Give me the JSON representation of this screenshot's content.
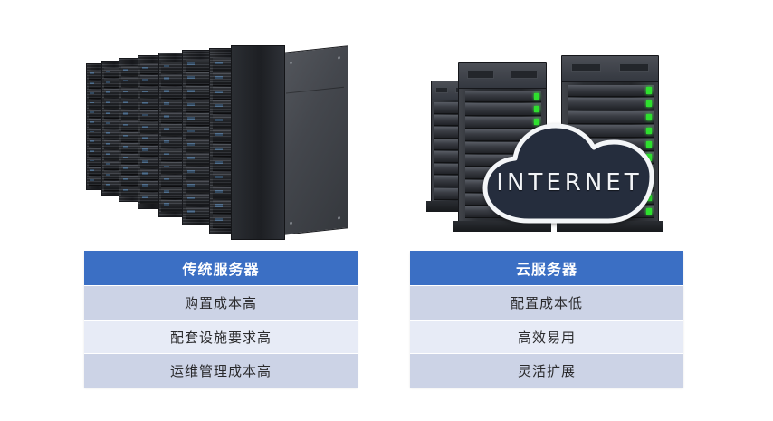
{
  "background_color": "#ffffff",
  "accent_color": "#3b6fc4",
  "row_colors": {
    "odd": "#ccd3e6",
    "even": "#e7ebf6"
  },
  "graphics": {
    "left": {
      "name": "traditional-server-rack-row",
      "description": "row of dark server rack cabinets in perspective",
      "rack_count": 8,
      "color": "#2a2c31"
    },
    "right": {
      "name": "cloud-server-towers",
      "description": "three dark tower servers behind an internet cloud",
      "tower_count": 3,
      "led_color": "#2ee02e",
      "cloud_fill": "#252d3d",
      "cloud_border": "#f4f6f8",
      "cloud_label": "INTERNET"
    }
  },
  "tables": [
    {
      "id": "traditional-server",
      "header": "传统服务器",
      "rows": [
        "购置成本高",
        "配套设施要求高",
        "运维管理成本高"
      ]
    },
    {
      "id": "cloud-server",
      "header": "云服务器",
      "rows": [
        "配置成本低",
        "高效易用",
        "灵活扩展"
      ]
    }
  ]
}
